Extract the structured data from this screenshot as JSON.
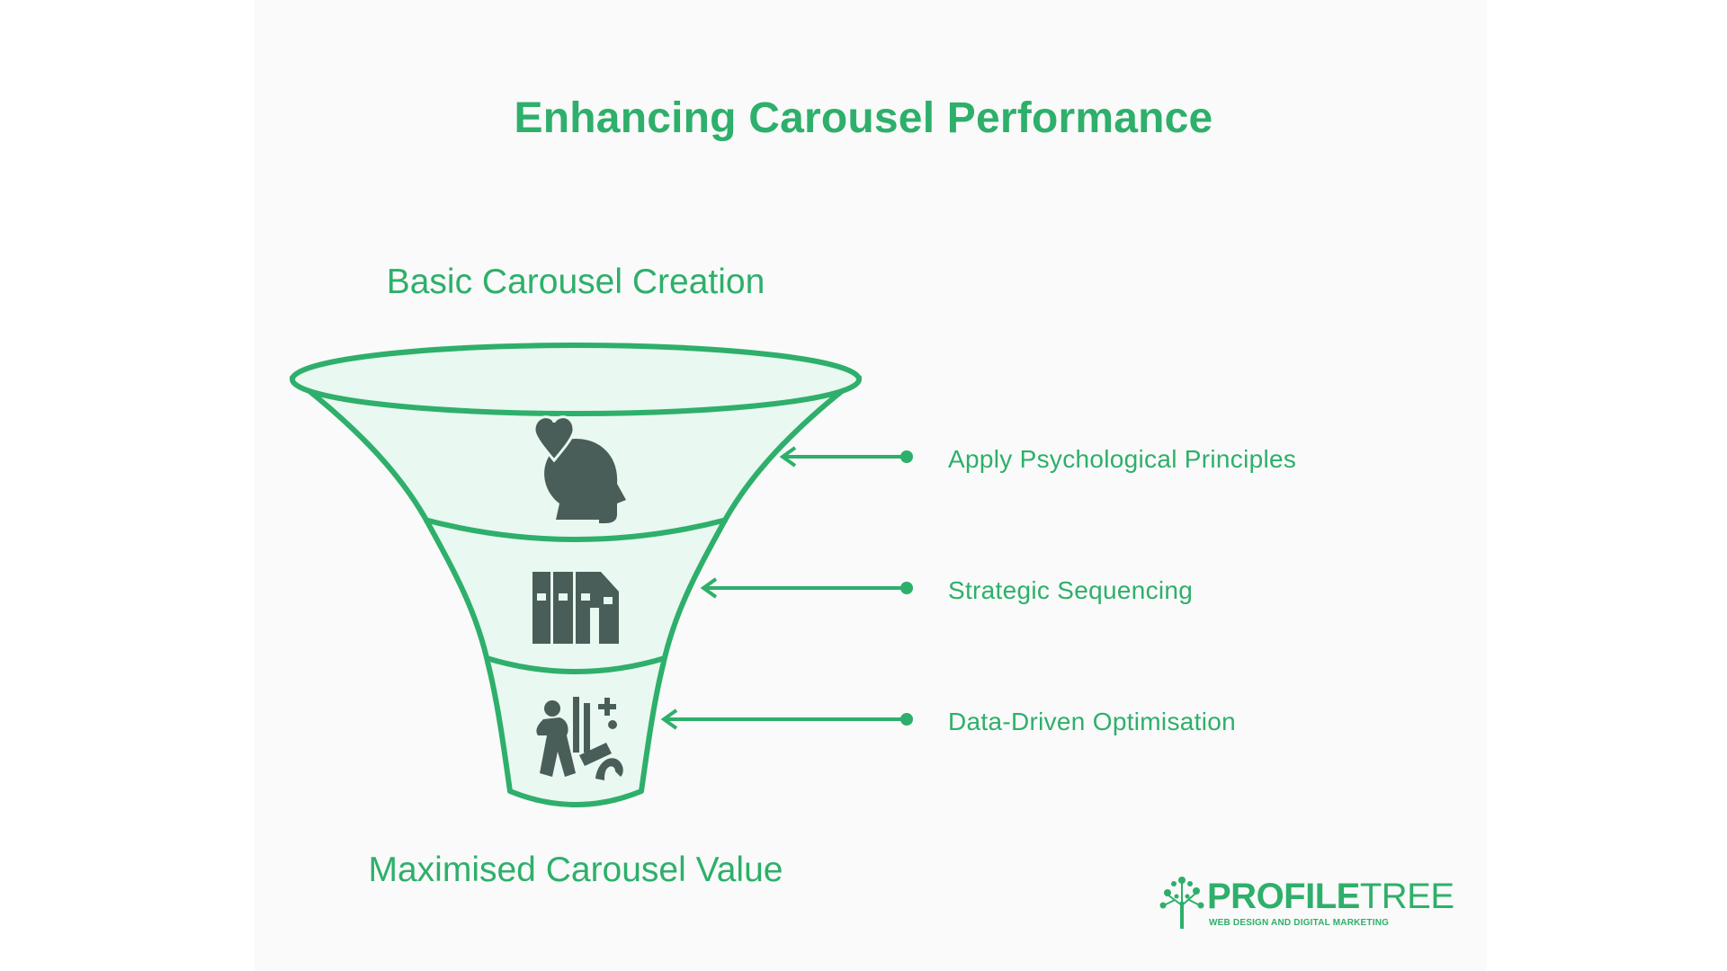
{
  "title": "Enhancing Carousel Performance",
  "funnel": {
    "top_label": "Basic Carousel Creation",
    "bottom_label": "Maximised Carousel Value",
    "stages": [
      {
        "label": "Apply Psychological Principles",
        "icon": "head-heart-icon"
      },
      {
        "label": "Strategic Sequencing",
        "icon": "sequence-blocks-icon"
      },
      {
        "label": "Data-Driven Optimisation",
        "icon": "optimisation-figure-icon"
      }
    ]
  },
  "logo": {
    "name_bold": "PROFILE",
    "name_light": "TREE",
    "tagline": "WEB DESIGN AND DIGITAL MARKETING"
  },
  "colors": {
    "accent": "#2eaf6b",
    "funnel_fill": "#e9f8f0",
    "icon": "#4a5e59",
    "background": "#f9faf9"
  }
}
